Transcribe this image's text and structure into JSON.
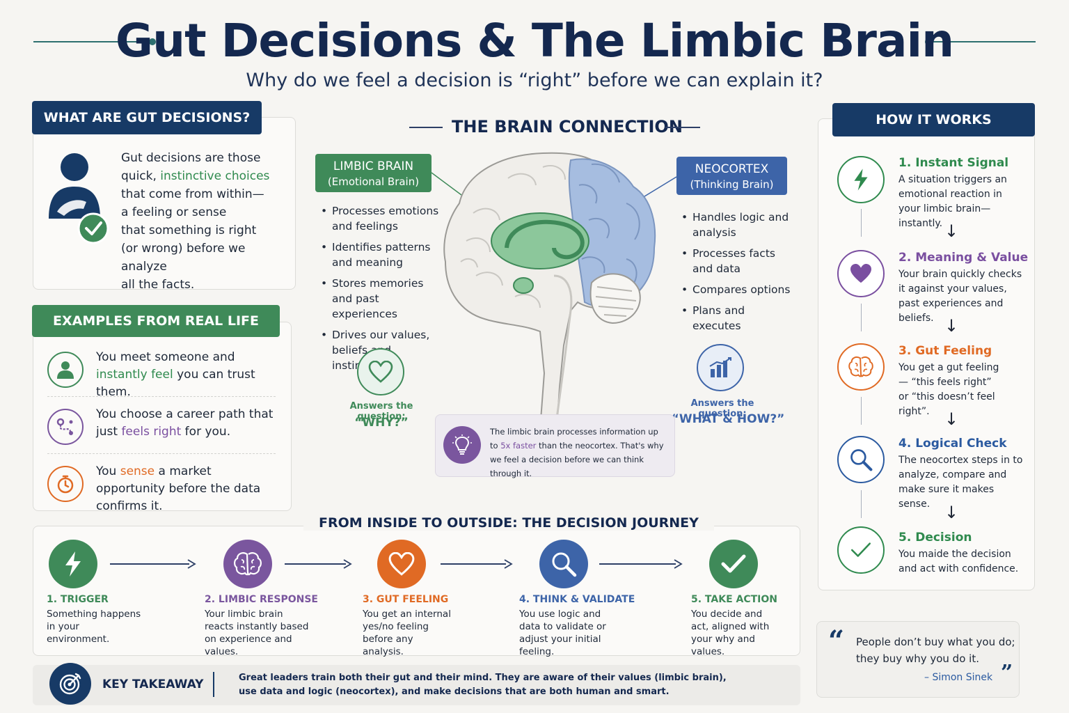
{
  "header": {
    "title": "Gut Decisions & The Limbic Brain",
    "subtitle": "Why do we feel a decision is “right” before we can explain it?"
  },
  "gut_decisions": {
    "heading": "WHAT ARE GUT DECISIONS?",
    "line1": "Gut decisions are those",
    "line2_pre": "quick, ",
    "line2_hl": "instinctive choices",
    "line3": "that come from within—",
    "line4": "a feeling or sense",
    "line5": "that something is right",
    "line6": "(or wrong) before we analyze",
    "line7": "all the facts."
  },
  "examples": {
    "heading": "EXAMPLES FROM REAL LIFE",
    "items": [
      {
        "pre": "You meet someone and ",
        "hl": "instantly feel",
        "post": " you can trust them.",
        "icon": "person-icon"
      },
      {
        "pre": "You choose a career path that just ",
        "hl": "feels right",
        "post": " for you.",
        "icon": "route-icon"
      },
      {
        "pre": "You ",
        "hl": "sense",
        "post": " a market opportunity before the data confirms it.",
        "icon": "stopwatch-icon"
      }
    ]
  },
  "brain": {
    "heading": "THE BRAIN CONNECTION",
    "limbic": {
      "title": "LIMBIC BRAIN",
      "subtitle": "(Emotional Brain)",
      "points": [
        "Processes emotions and feelings",
        "Identifies patterns and meaning",
        "Stores memories and past experiences",
        "Drives our values, beliefs and instincts"
      ],
      "answers_label": "Answers the question:",
      "answers_value": "“WHY?”"
    },
    "neocortex": {
      "title": "NEOCORTEX",
      "subtitle": "(Thinking Brain)",
      "points": [
        "Handles logic and analysis",
        "Processes facts and data",
        "Compares options",
        "Plans and executes"
      ],
      "answers_label": "Answers the question:",
      "answers_value": "“WHAT & HOW?”"
    },
    "fact": {
      "pre": "The limbic brain processes information up to ",
      "hl": "5x faster",
      "post": " than the neocortex. That's why we feel a decision before we can think through it."
    }
  },
  "journey": {
    "heading": "FROM INSIDE TO OUTSIDE: THE DECISION JOURNEY",
    "steps": [
      {
        "title": "1. TRIGGER",
        "text": "Something happens in your environment.",
        "color": "#3f8a59",
        "icon": "lightning-icon"
      },
      {
        "title": "2. LIMBIC RESPONSE",
        "text": "Your limbic brain reacts instantly based on experience and values.",
        "color": "#7a569e",
        "icon": "brain-icon"
      },
      {
        "title": "3. GUT FEELING",
        "text": "You get an internal yes/no feeling before any analysis.",
        "color": "#e06a24",
        "icon": "heart-icon"
      },
      {
        "title": "4. THINK & VALIDATE",
        "text": "You use logic and data to validate or adjust your initial feeling.",
        "color": "#3d64a8",
        "icon": "magnifier-icon"
      },
      {
        "title": "5. TAKE ACTION",
        "text": "You decide and act, aligned with your why and values.",
        "color": "#3f8a59",
        "icon": "check-icon"
      }
    ]
  },
  "how_it_works": {
    "heading": "HOW IT WORKS",
    "steps": [
      {
        "title": "1. Instant Signal",
        "text": "A situation triggers an emotional reaction in your limbic brain—instantly.",
        "color": "#2f8a4e",
        "icon": "lightning-icon"
      },
      {
        "title": "2. Meaning & Value",
        "text": "Your brain quickly checks it against your values, past experiences and beliefs.",
        "color": "#7a4fa0",
        "icon": "heart-icon"
      },
      {
        "title": "3. Gut Feeling",
        "text": "You get a gut feeling— “this feels right” or “this doesn’t feel right”.",
        "color": "#e06a24",
        "icon": "brain-icon"
      },
      {
        "title": "4. Logical Check",
        "text": "The neocortex steps in to analyze, compare and make sure it makes sense.",
        "color": "#2b5aa0",
        "icon": "magnifier-icon"
      },
      {
        "title": "5. Decision",
        "text": "You maide the decision and act with confidence.",
        "color": "#2f8a4e",
        "icon": "check-icon"
      }
    ]
  },
  "takeaway": {
    "label": "KEY TAKEAWAY",
    "line1": "Great leaders train both their gut and their mind. They are aware of their values (limbic brain),",
    "line2": "use data and logic (neocortex), and make decisions that are both human and smart."
  },
  "quote": {
    "line1": "People don’t buy what you do;",
    "line2": "they buy why you do it.",
    "author": "– Simon Sinek"
  }
}
